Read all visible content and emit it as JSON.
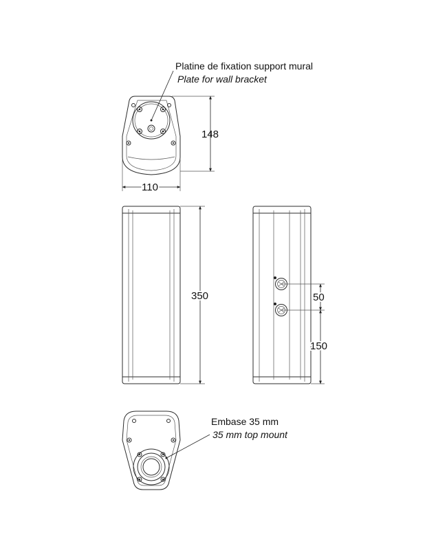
{
  "labels": {
    "wall_plate_fr": "Platine de fixation support mural",
    "wall_plate_en": "Plate for wall bracket",
    "mount_fr": "Embase 35 mm",
    "mount_en": "35 mm top mount"
  },
  "dimensions": {
    "height_top_view": "148",
    "width_top_view": "110",
    "height_front": "350",
    "connector_spacing": "50",
    "connector_to_bottom": "150"
  }
}
